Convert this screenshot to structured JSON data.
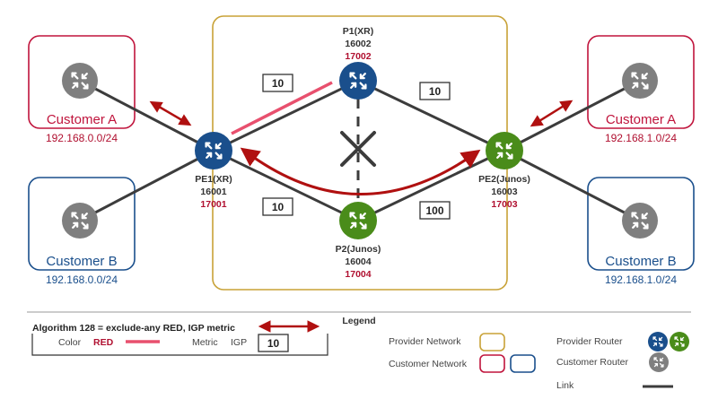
{
  "colors": {
    "provider_box": "#c8a237",
    "customer_red": "#c0143c",
    "customer_blue": "#1a4f8c",
    "router_xr": "#1a4f8c",
    "router_junos": "#4a8c1a",
    "router_customer": "#7f7f7f",
    "link": "#3c3c3c",
    "red_affinity": "#e8506e",
    "path_arrow": "#b01010"
  },
  "customers": {
    "a_left": {
      "label": "Customer A",
      "prefix": "192.168.0.0/24"
    },
    "b_left": {
      "label": "Customer B",
      "prefix": "192.168.0.0/24"
    },
    "a_right": {
      "label": "Customer A",
      "prefix": "192.168.1.0/24"
    },
    "b_right": {
      "label": "Customer B",
      "prefix": "192.168.1.0/24"
    }
  },
  "routers": {
    "p1": {
      "name": "P1(XR)",
      "sid1": "16002",
      "sid2": "17002"
    },
    "pe1": {
      "name": "PE1(XR)",
      "sid1": "16001",
      "sid2": "17001"
    },
    "pe2": {
      "name": "PE2(Junos)",
      "sid1": "16003",
      "sid2": "17003"
    },
    "p2": {
      "name": "P2(Junos)",
      "sid1": "16004",
      "sid2": "17004"
    }
  },
  "links": {
    "pe1_p1": "10",
    "p1_pe2": "10",
    "pe1_p2": "10",
    "p2_pe2": "100"
  },
  "legend": {
    "title": "Legend",
    "algorithm": "Algorithm 128 = exclude-any RED, IGP metric",
    "color_label": "Color",
    "color_value": "RED",
    "metric_label": "Metric",
    "metric_type": "IGP",
    "metric_value": "10",
    "provider_network": "Provider Network",
    "customer_network": "Customer Network",
    "provider_router": "Provider Router",
    "customer_router": "Customer Router",
    "link": "Link"
  }
}
